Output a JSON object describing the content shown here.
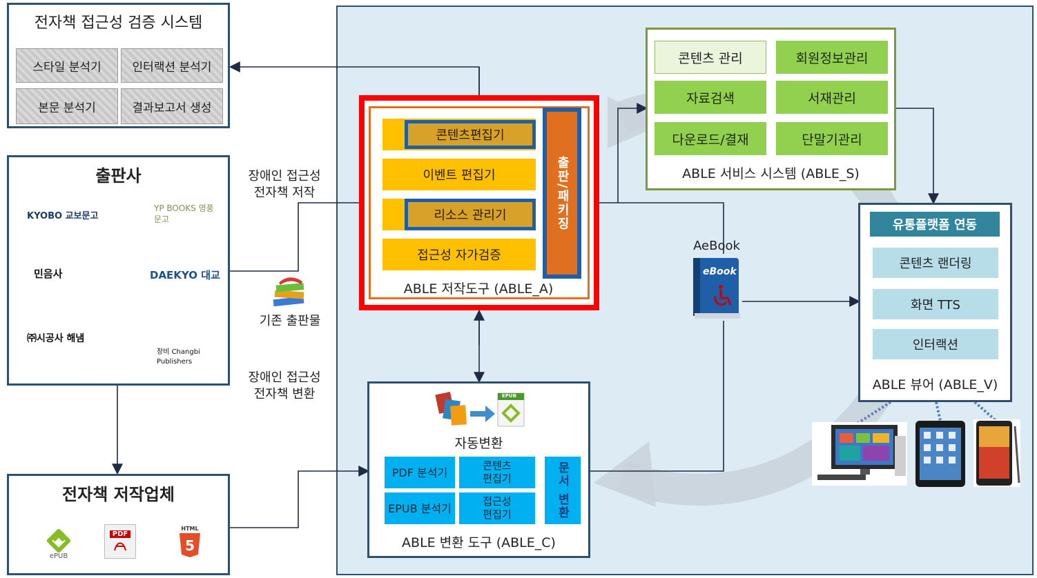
{
  "verification": {
    "title": "전자책 접근성 검증 시스템",
    "cells": [
      "스타일 분석기",
      "인터랙션 분석기",
      "본문 분석기",
      "결과보고서 생성"
    ]
  },
  "publisher": {
    "title": "출판사",
    "logos": [
      "KYOBO 교보문고",
      "YP BOOKS 영풍문고",
      "민음사",
      "DAEKYO 대교",
      "㈜시공사 해냄",
      "창비 Changbi Publishers"
    ]
  },
  "author_company": {
    "title": "전자책 저작업체",
    "icons": [
      "ePUB",
      "PDF",
      "HTML"
    ]
  },
  "flow_labels": {
    "authoring": [
      "장애인 접근성",
      "전자책 저작"
    ],
    "existing": "기존 출판물",
    "conversion": [
      "장애인 접근성",
      "전자책 변환"
    ],
    "aebook": "AeBook",
    "ebook_cover": "eBook"
  },
  "able_a": {
    "items": [
      "콘텐츠편집기",
      "이벤트 편집기",
      "리소스 관리기",
      "접근성 자가검증"
    ],
    "side": "출판/패키징",
    "caption": "ABLE 저작도구 (ABLE_A)"
  },
  "able_s": {
    "cells": [
      "콘텐츠 관리",
      "회원정보관리",
      "자료검색",
      "서재관리",
      "다운로드/결재",
      "단말기관리"
    ],
    "caption": "ABLE 서비스 시스템 (ABLE_S)"
  },
  "able_v": {
    "header": "유통플랫폼 연동",
    "items": [
      "콘텐츠 랜더링",
      "화면 TTS",
      "인터랙션"
    ],
    "caption": "ABLE  뷰어 (ABLE_V)"
  },
  "able_c": {
    "icon_label": "EPUB",
    "auto": "자동변환",
    "cells": [
      "PDF 분석기",
      "콘텐츠\n편집기",
      "EPUB 분석기",
      "접근성\n편집기"
    ],
    "side": "문서 변환",
    "caption": "ABLE 변환 도구 (ABLE_C)"
  },
  "colors": {
    "big_panel": "#dcebf4",
    "panel_border": "#2f4f6f",
    "red_border": "#ff0000",
    "orange": "#e07020",
    "gold": "#ffc000",
    "green": "#92d050",
    "cyan": "#00b0f0",
    "light_blue": "#b6dde8",
    "blue_outline": "#1f5fa8"
  }
}
